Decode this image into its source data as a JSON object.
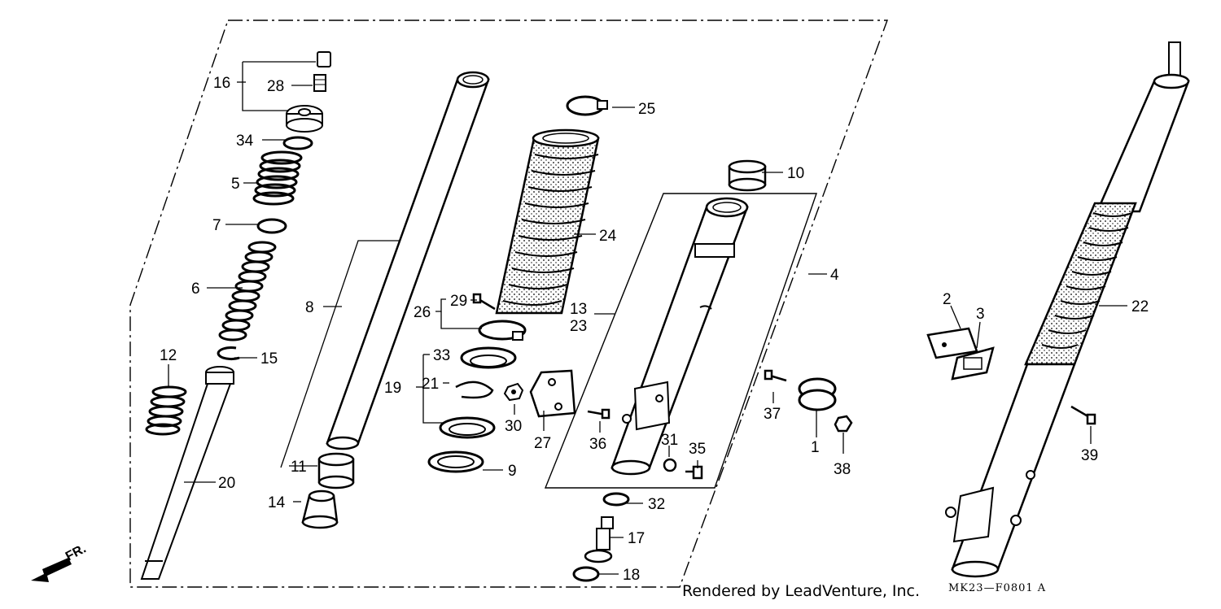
{
  "diagram": {
    "credit": "Rendered by LeadVenture, Inc.",
    "code": "MK23—F0801 A",
    "direction_label": "FR.",
    "direction_icon": "arrow-down-left-icon",
    "part_numbers": [
      "1",
      "2",
      "3",
      "4",
      "5",
      "6",
      "7",
      "8",
      "9",
      "10",
      "11",
      "12",
      "13",
      "23",
      "14",
      "15",
      "16",
      "17",
      "18",
      "19",
      "20",
      "21",
      "22",
      "24",
      "25",
      "26",
      "27",
      "28",
      "29",
      "30",
      "31",
      "32",
      "33",
      "34",
      "35",
      "36",
      "37",
      "38",
      "39"
    ]
  }
}
